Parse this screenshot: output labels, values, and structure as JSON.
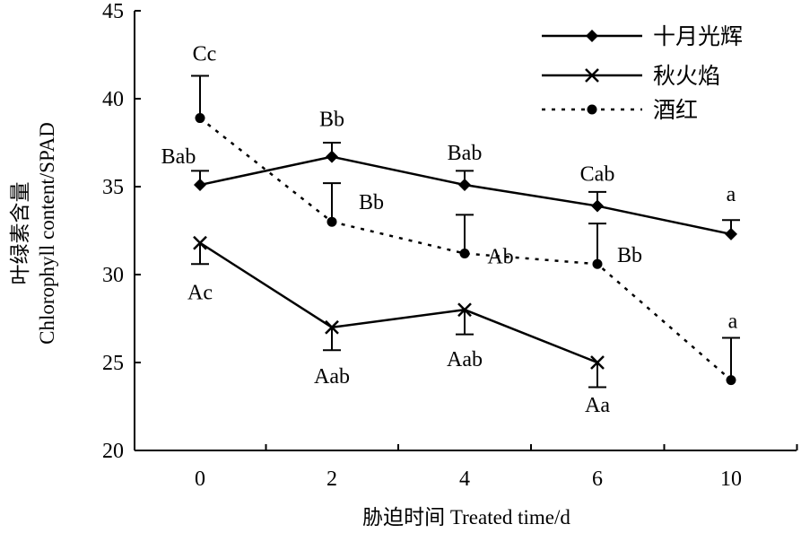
{
  "chart_data": {
    "type": "line",
    "categories": [
      "0",
      "2",
      "4",
      "6",
      "10"
    ],
    "xlabel": "胁迫时间 Treated time/d",
    "ylabel_line1": "叶绿素含量",
    "ylabel_line2": "Chlorophyll content/SPAD",
    "ylim": [
      20,
      45
    ],
    "yticks": [
      "20",
      "25",
      "30",
      "35",
      "40",
      "45"
    ],
    "grid": false,
    "legend_position": "top-right",
    "series": [
      {
        "name": "十月光辉",
        "style": "solid",
        "marker": "diamond",
        "values": [
          35.1,
          36.7,
          35.1,
          33.9,
          32.3
        ],
        "err": [
          0.8,
          0.8,
          0.8,
          0.8,
          0.8
        ],
        "labels": [
          "Bab",
          "Bb",
          "Bab",
          "Cab",
          "a"
        ]
      },
      {
        "name": "秋火焰",
        "style": "solid",
        "marker": "x",
        "values": [
          31.8,
          27.0,
          28.0,
          25.0,
          null
        ],
        "err": [
          1.2,
          1.3,
          1.4,
          1.4,
          null
        ],
        "labels": [
          "Ac",
          "Aab",
          "Aab",
          "Aa",
          ""
        ]
      },
      {
        "name": "酒红",
        "style": "dotted",
        "marker": "circle",
        "values": [
          38.9,
          33.0,
          31.2,
          30.6,
          24.0
        ],
        "err": [
          2.4,
          2.2,
          2.2,
          2.3,
          2.4
        ],
        "labels": [
          "Cc",
          "Bb",
          "Ab",
          "Bb",
          "a"
        ]
      }
    ]
  }
}
